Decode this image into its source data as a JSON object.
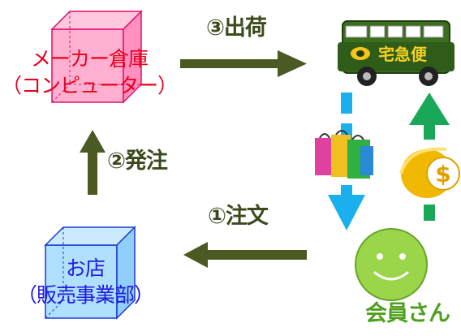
{
  "maker": {
    "line1": "メーカー倉庫",
    "line2": "（コンピューター）"
  },
  "shop": {
    "line1": "お店",
    "line2": "（販売事業部）"
  },
  "steps": {
    "shipment": "③出荷",
    "order_to_maker": "②発注",
    "customer_order": "①注文"
  },
  "van": {
    "text": "宅急便"
  },
  "payment": {
    "symbol": "$"
  },
  "member": {
    "label": "会員さん"
  },
  "colors": {
    "maker_box": "#ffb0d0",
    "shop_box": "#b0e0ff",
    "arrow": "#4a5a22",
    "delivery_arrow": "#1ab0ee",
    "payment_arrow": "#18a858",
    "member_face": "#9ad54a"
  }
}
